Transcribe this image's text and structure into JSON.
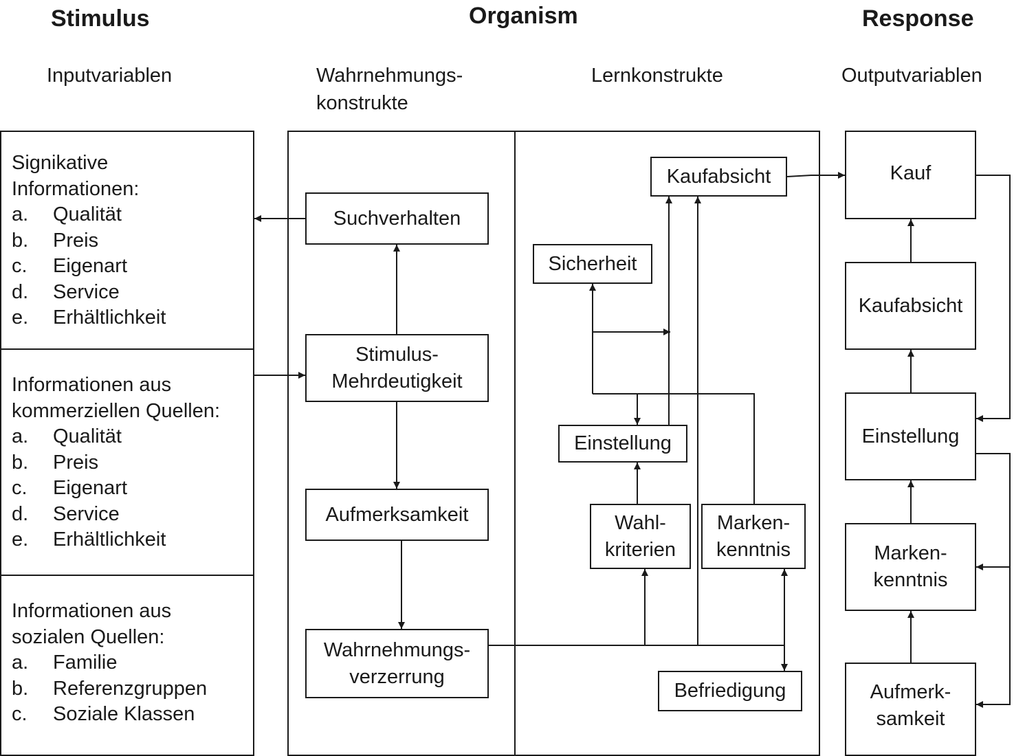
{
  "headers": {
    "stimulus": "Stimulus",
    "organism": "Organism",
    "response": "Response"
  },
  "subheaders": {
    "input": "Inputvariablen",
    "perception": [
      "Wahrnehmungs-",
      "konstrukte"
    ],
    "learning": "Lernkonstrukte",
    "output": "Outputvariablen"
  },
  "stimulus": {
    "significative": {
      "title": [
        "Signikative",
        "Informationen:"
      ],
      "items": [
        {
          "k": "a.",
          "v": "Qualität"
        },
        {
          "k": "b.",
          "v": "Preis"
        },
        {
          "k": "c.",
          "v": "Eigenart"
        },
        {
          "k": "d.",
          "v": "Service"
        },
        {
          "k": "e.",
          "v": "Erhältlichkeit"
        }
      ]
    },
    "commercial": {
      "title": [
        "Informationen aus",
        "kommerziellen Quellen:"
      ],
      "items": [
        {
          "k": "a.",
          "v": "Qualität"
        },
        {
          "k": "b.",
          "v": "Preis"
        },
        {
          "k": "c.",
          "v": "Eigenart"
        },
        {
          "k": "d.",
          "v": "Service"
        },
        {
          "k": "e.",
          "v": "Erhältlichkeit"
        }
      ]
    },
    "social": {
      "title": [
        "Informationen aus",
        "sozialen Quellen:"
      ],
      "items": [
        {
          "k": "a.",
          "v": "Familie"
        },
        {
          "k": "b.",
          "v": "Referenzgruppen"
        },
        {
          "k": "c.",
          "v": "Soziale Klassen"
        }
      ]
    }
  },
  "perception": {
    "search": [
      "Suchverhalten"
    ],
    "ambiguity": [
      "Stimulus-",
      "Mehrdeutigkeit"
    ],
    "attention": [
      "Aufmerksamkeit"
    ],
    "bias": [
      "Wahrnehmungs-",
      "verzerrung"
    ]
  },
  "learning": {
    "intention": [
      "Kaufabsicht"
    ],
    "confidence": [
      "Sicherheit"
    ],
    "attitude": [
      "Einstellung"
    ],
    "criteria": [
      "Wahl-",
      "kriterien"
    ],
    "brand": [
      "Marken-",
      "kenntnis"
    ],
    "satisfaction": [
      "Befriedigung"
    ]
  },
  "output": {
    "purchase": [
      "Kauf"
    ],
    "intention": [
      "Kaufabsicht"
    ],
    "attitude": [
      "Einstellung"
    ],
    "brand": [
      "Marken-",
      "kenntnis"
    ],
    "attention": [
      "Aufmerk-",
      "samkeit"
    ]
  }
}
